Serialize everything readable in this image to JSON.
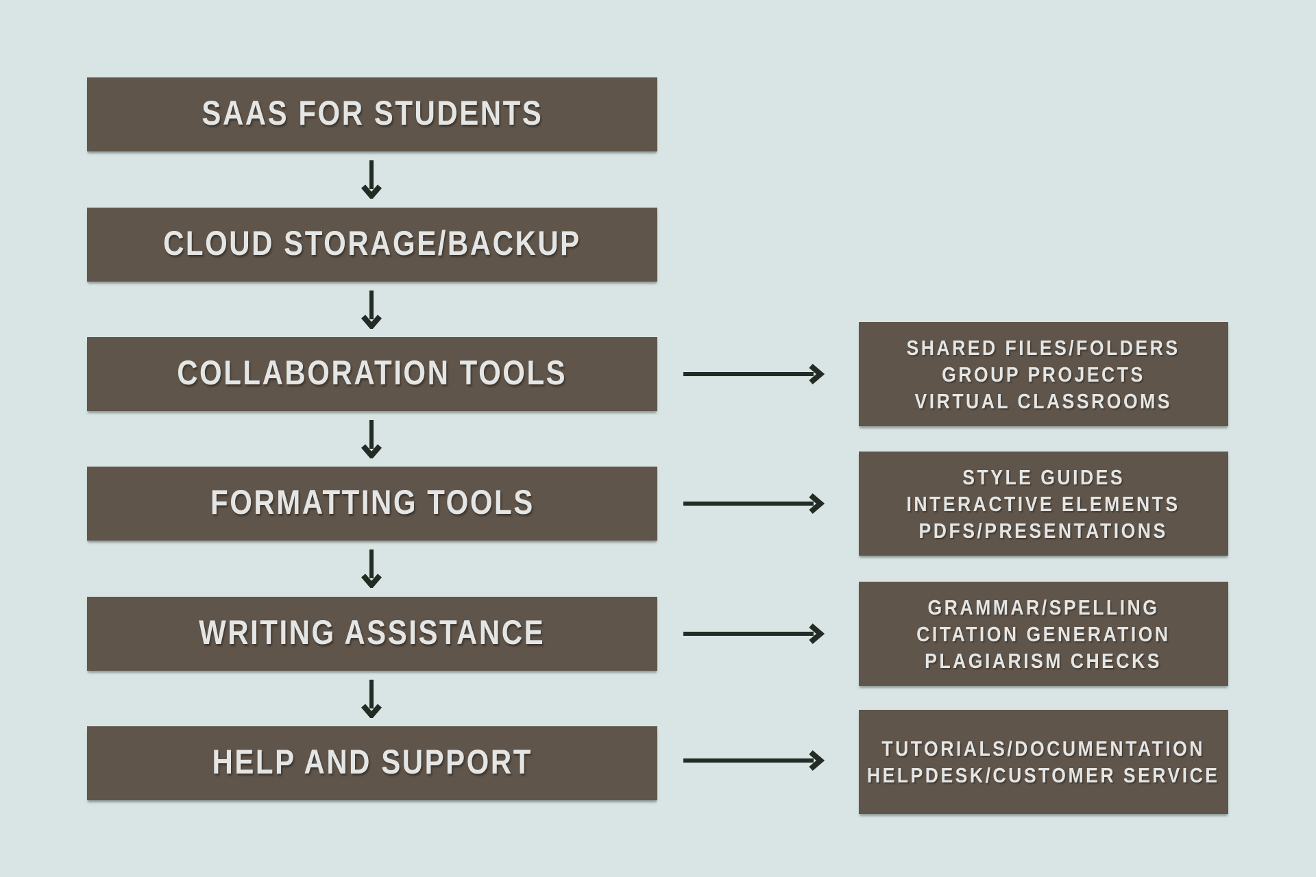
{
  "title": "SaaS for Students flowchart",
  "colors": {
    "background": "#d9e5e4",
    "box": "#60554a",
    "box_text": "#e4e6e5",
    "arrow": "#222b24"
  },
  "flow": {
    "nodes": [
      {
        "label": "SAAS FOR STUDENTS"
      },
      {
        "label": "CLOUD STORAGE/BACKUP"
      },
      {
        "label": "COLLABORATION TOOLS",
        "details": [
          "SHARED FILES/FOLDERS",
          "GROUP PROJECTS",
          "VIRTUAL CLASSROOMS"
        ]
      },
      {
        "label": "FORMATTING TOOLS",
        "details": [
          "STYLE GUIDES",
          "INTERACTIVE ELEMENTS",
          "PDFS/PRESENTATIONS"
        ]
      },
      {
        "label": "WRITING ASSISTANCE",
        "details": [
          "GRAMMAR/SPELLING",
          "CITATION GENERATION",
          "PLAGIARISM CHECKS"
        ]
      },
      {
        "label": "HELP AND SUPPORT",
        "details": [
          "TUTORIALS/DOCUMENTATION",
          "HELPDESK/CUSTOMER SERVICE"
        ]
      }
    ]
  }
}
